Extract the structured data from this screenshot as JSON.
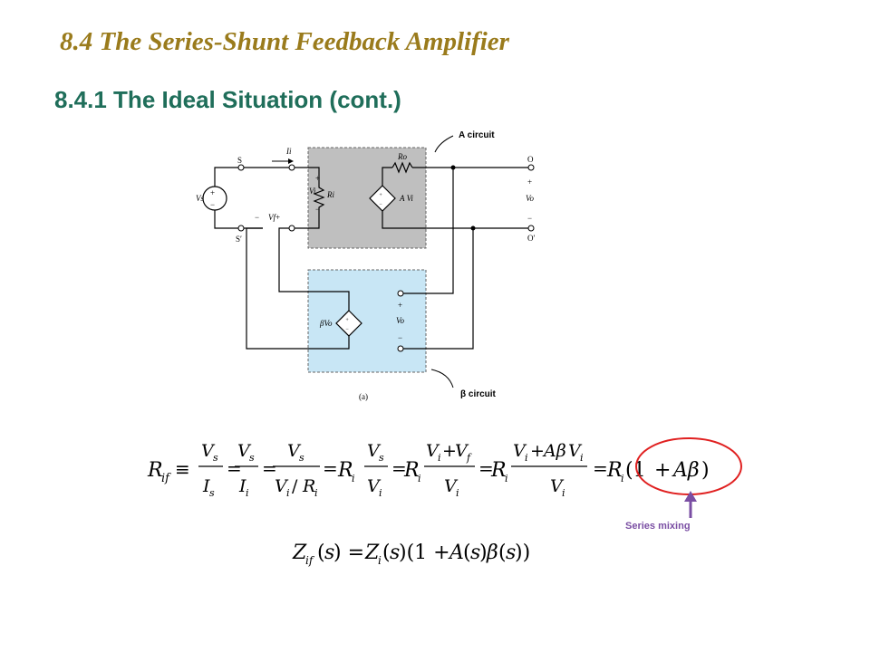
{
  "slide": {
    "title": "8.4 The Series-Shunt Feedback Amplifier",
    "subtitle": "8.4.1 The Ideal Situation (cont.)"
  },
  "circuit": {
    "caption": "(a)",
    "a_circuit_label": "A circuit",
    "beta_circuit_label": "β circuit",
    "node_s": "S",
    "node_s_prime": "S′",
    "node_o": "O",
    "node_o_prime": "O′",
    "source": "Vs",
    "current": "Ii",
    "input_voltage": "Vi",
    "input_resistance": "Ri",
    "output_resistance": "Ro",
    "dependent_source_a": "A Vi",
    "feedback_voltage": "Vf",
    "output_voltage": "Vo",
    "dependent_source_beta": "βVo"
  },
  "equations": {
    "rif": "Rif ≡ Vs/Is = Vs/Ii = Vs/(Vi/Ri) = Ri·Vs/Vi = Ri(Vi+Vf)/Vi = Ri(Vi+AβVi)/Vi = Ri(1+Aβ)",
    "zif": "Zif(s) = Zi(s)(1+A(s)β(s))"
  },
  "annotation": {
    "series_mixing": "Series mixing"
  },
  "colors": {
    "title": "#9a7b1c",
    "subtitle": "#1f6e5a",
    "box_fill_a": "#bfbfbf",
    "box_fill_beta": "#c8e6f5",
    "circle": "#e02020",
    "arrow": "#7a4ea3"
  }
}
